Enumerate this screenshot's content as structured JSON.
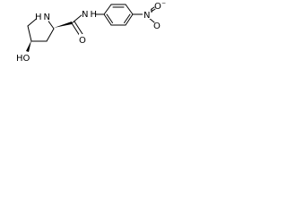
{
  "molecule": {
    "atoms": {
      "pyrrolidine_nh": "H N",
      "hydroxyl": "HO",
      "amide_o": "O",
      "amide_nh": "N H",
      "nitro_n": "N",
      "nitro_plus": "+",
      "nitro_o_top": "O",
      "nitro_o_minus": "−",
      "nitro_o_bottom": "O"
    }
  }
}
